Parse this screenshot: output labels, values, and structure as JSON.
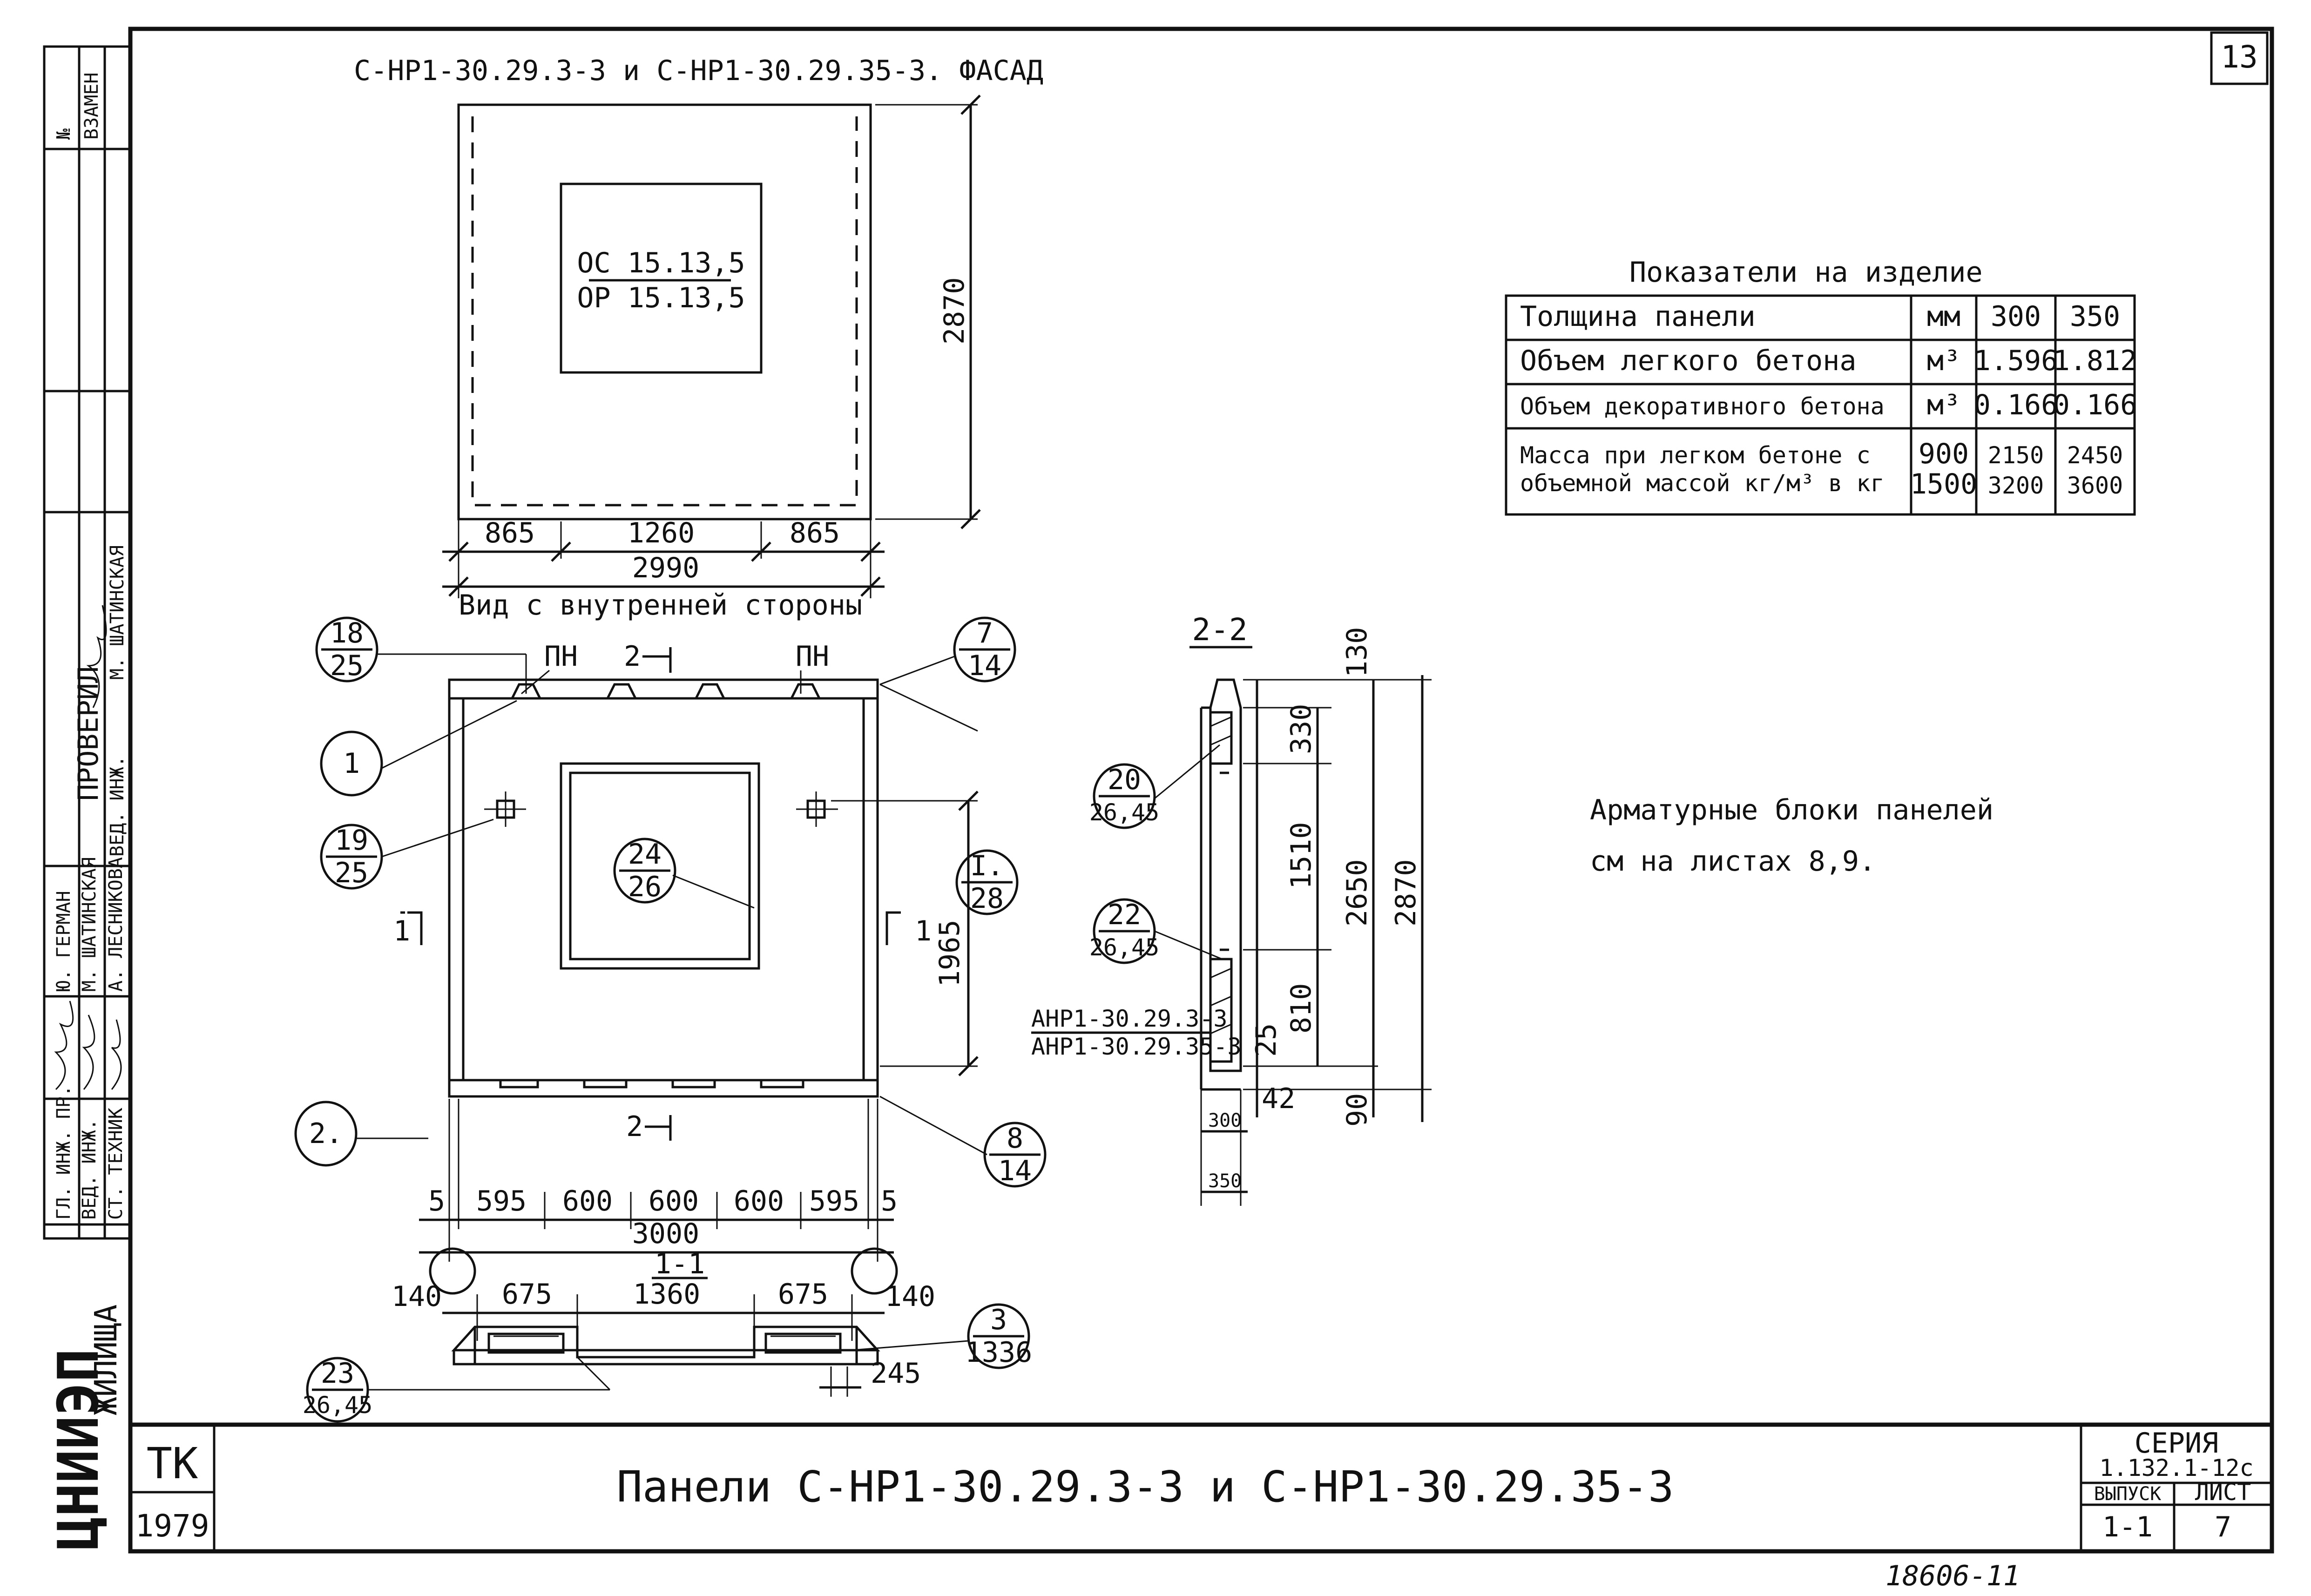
{
  "sheet_number": "13",
  "facade": {
    "title": "С-НР1-30.29.3-3 и С-НР1-30.29.35-3. ФАСАД",
    "window_top": "ОС 15.13,5",
    "window_bottom": "ОР 15.13,5",
    "height": "2870",
    "dim_left": "865",
    "dim_mid": "1260",
    "dim_right": "865",
    "total_width": "2990"
  },
  "inner_view": {
    "title": "Вид с внутренней стороны",
    "pn_left": "ПН",
    "pn_right": "ПН",
    "section_2": "2",
    "section_1": "1",
    "height": "1965",
    "bottom_dims": [
      "5",
      "595",
      "600",
      "600",
      "600",
      "595",
      "5"
    ],
    "total_width": "3000",
    "callouts": [
      {
        "top": "18",
        "bottom": "25"
      },
      {
        "top": "7",
        "bottom": "14"
      },
      {
        "top": "1",
        "bottom": ""
      },
      {
        "top": "19",
        "bottom": "25"
      },
      {
        "top": "24",
        "bottom": "26"
      },
      {
        "top": "I.",
        "bottom": "28"
      },
      {
        "top": "2.",
        "bottom": ""
      },
      {
        "top": "8",
        "bottom": "14"
      }
    ]
  },
  "section_1_1": {
    "label": "1-1",
    "dims": [
      "140",
      "675",
      "1360",
      "675",
      "140"
    ],
    "dim_245": "245",
    "callouts": [
      {
        "top": "3",
        "bottom": "1336"
      },
      {
        "top": "23",
        "bottom": "26,45"
      }
    ]
  },
  "section_2_2": {
    "label": "2-2",
    "vertical_dims": [
      "130",
      "330",
      "1510",
      "810",
      "25",
      "90"
    ],
    "dim_2650": "2650",
    "dim_2870": "2870",
    "dim_42": "42",
    "thickness_300": "300",
    "thickness_350": "350",
    "block_label_1": "АНР1-30.29.3-3",
    "block_label_2": "АНР1-30.29.35-3",
    "callouts": [
      {
        "top": "20",
        "bottom": "26,45"
      },
      {
        "top": "22",
        "bottom": "26,45"
      }
    ]
  },
  "indicators": {
    "title": "Показатели на изделие",
    "rows": [
      {
        "name": "Толщина панели",
        "unit": "мм",
        "v300": "300",
        "v350": "350"
      },
      {
        "name": "Объем легкого бетона",
        "unit": "м³",
        "v300": "1.596",
        "v350": "1.812"
      },
      {
        "name": "Объем декоративного бетона",
        "unit": "м³",
        "v300": "0.166",
        "v350": "0.166"
      }
    ],
    "mass_row": {
      "name_line1": "Масса при легком бетоне с",
      "name_line2": "объемной массой кг/м³ в кг",
      "density_1": "900",
      "density_2": "1500",
      "v300_1": "2150",
      "v300_2": "3200",
      "v350_1": "2450",
      "v350_2": "3600"
    }
  },
  "note": {
    "line1": "Арматурные блоки панелей",
    "line2": "см на листах 8,9."
  },
  "left_strip": {
    "zamen_no": "№",
    "zamen": "ВЗАМЕН",
    "proveril": "ПРОВЕРИЛ",
    "roles": [
      "ГЛ. ИНЖ. ПР.",
      "ВЕД. ИНЖ.",
      "СТ. ТЕХНИК"
    ],
    "names": [
      "Ю. ГЕРМАН",
      "М. ШАТИНСКАЯ",
      "А. ЛЕСНИКОВА"
    ],
    "checkers": [
      "ВЕД. ИНЖ.",
      "М. ШАТИНСКАЯ"
    ],
    "org": "ЦНИИЭП",
    "org_sub": "ЖИЛИЩА"
  },
  "title_block": {
    "tk": "ТК",
    "year": "1979",
    "title": "Панели С-НР1-30.29.3-3 и С-НР1-30.29.35-3",
    "seria_label": "СЕРИЯ",
    "seria_value": "1.132.1-12с",
    "vypusk_label": "ВЫПУСК",
    "vypusk_value": "1-1",
    "list_label": "ЛИСТ",
    "list_value": "7"
  },
  "footer_note": "18606-11"
}
